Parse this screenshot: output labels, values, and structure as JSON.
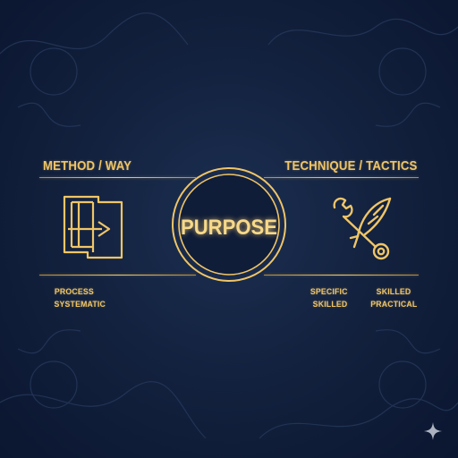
{
  "left": {
    "title": "METHOD / WAY",
    "items": [
      "PROCESS",
      "SYSTEMATIC"
    ],
    "icon": "process-flow-icon"
  },
  "center": {
    "title": "PURPOSE"
  },
  "right": {
    "title": "TECHNIQUE / TACTICS",
    "col1": [
      "SPECIFIC",
      "SKILLED"
    ],
    "col2": [
      "SKILLED",
      "PRACTICAL"
    ],
    "icon": "wrench-quill-icon"
  },
  "colors": {
    "gold": "#f0c567",
    "background": "#13223f"
  }
}
